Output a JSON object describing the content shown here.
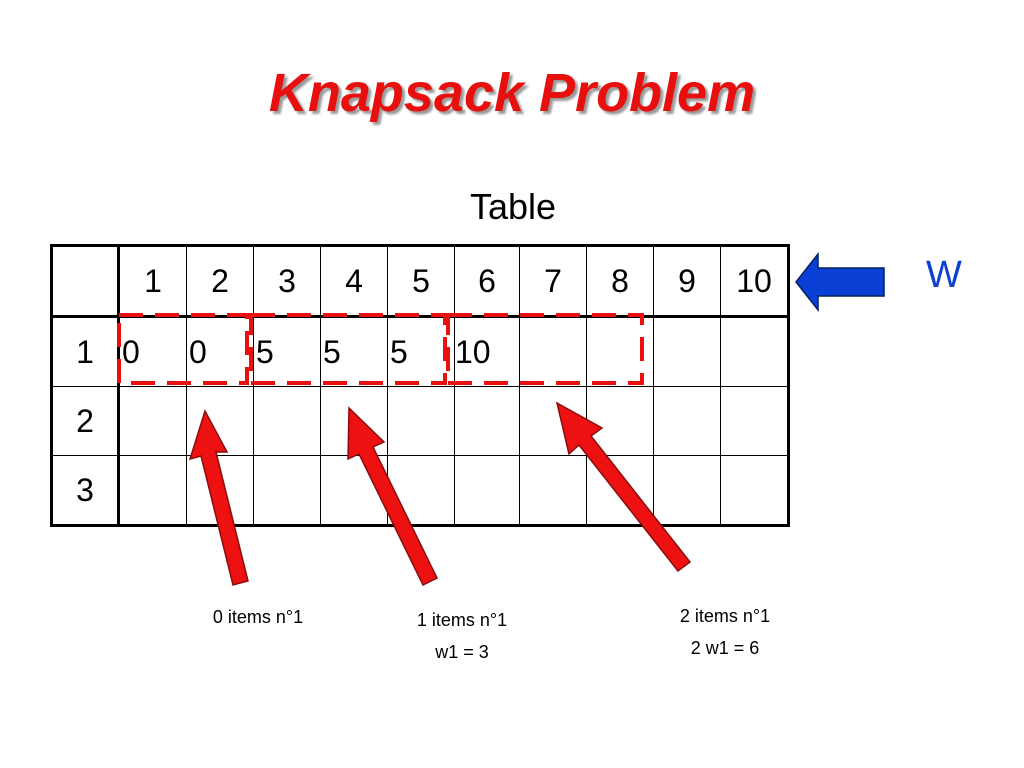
{
  "title": "Knapsack Problem",
  "subtitle": "Table",
  "w_label": "W",
  "table": {
    "columns": [
      "1",
      "2",
      "3",
      "4",
      "5",
      "6",
      "7",
      "8",
      "9",
      "10"
    ],
    "rows": [
      {
        "label": "1",
        "cells": [
          "0",
          "0",
          "5",
          "5",
          "5",
          "10",
          "",
          "",
          "",
          ""
        ]
      },
      {
        "label": "2",
        "cells": [
          "",
          "",
          "",
          "",
          "",
          "",
          "",
          "",
          "",
          ""
        ]
      },
      {
        "label": "3",
        "cells": [
          "",
          "",
          "",
          "",
          "",
          "",
          "",
          "",
          "",
          ""
        ]
      }
    ]
  },
  "captions": [
    {
      "line1": "0 items n°1",
      "line2": ""
    },
    {
      "line1": "1 items n°1",
      "line2": "w1 = 3"
    },
    {
      "line1": "2 items n°1",
      "line2": "2 w1 = 6"
    }
  ],
  "colors": {
    "title": "#e8100f",
    "arrow_red": "#ee1111",
    "arrow_blue": "#0a3fd6",
    "dash_box": "#e81010"
  },
  "icons": {
    "pointer_arrow": "left-arrow-icon",
    "item_arrows": "up-arrow-icon"
  }
}
